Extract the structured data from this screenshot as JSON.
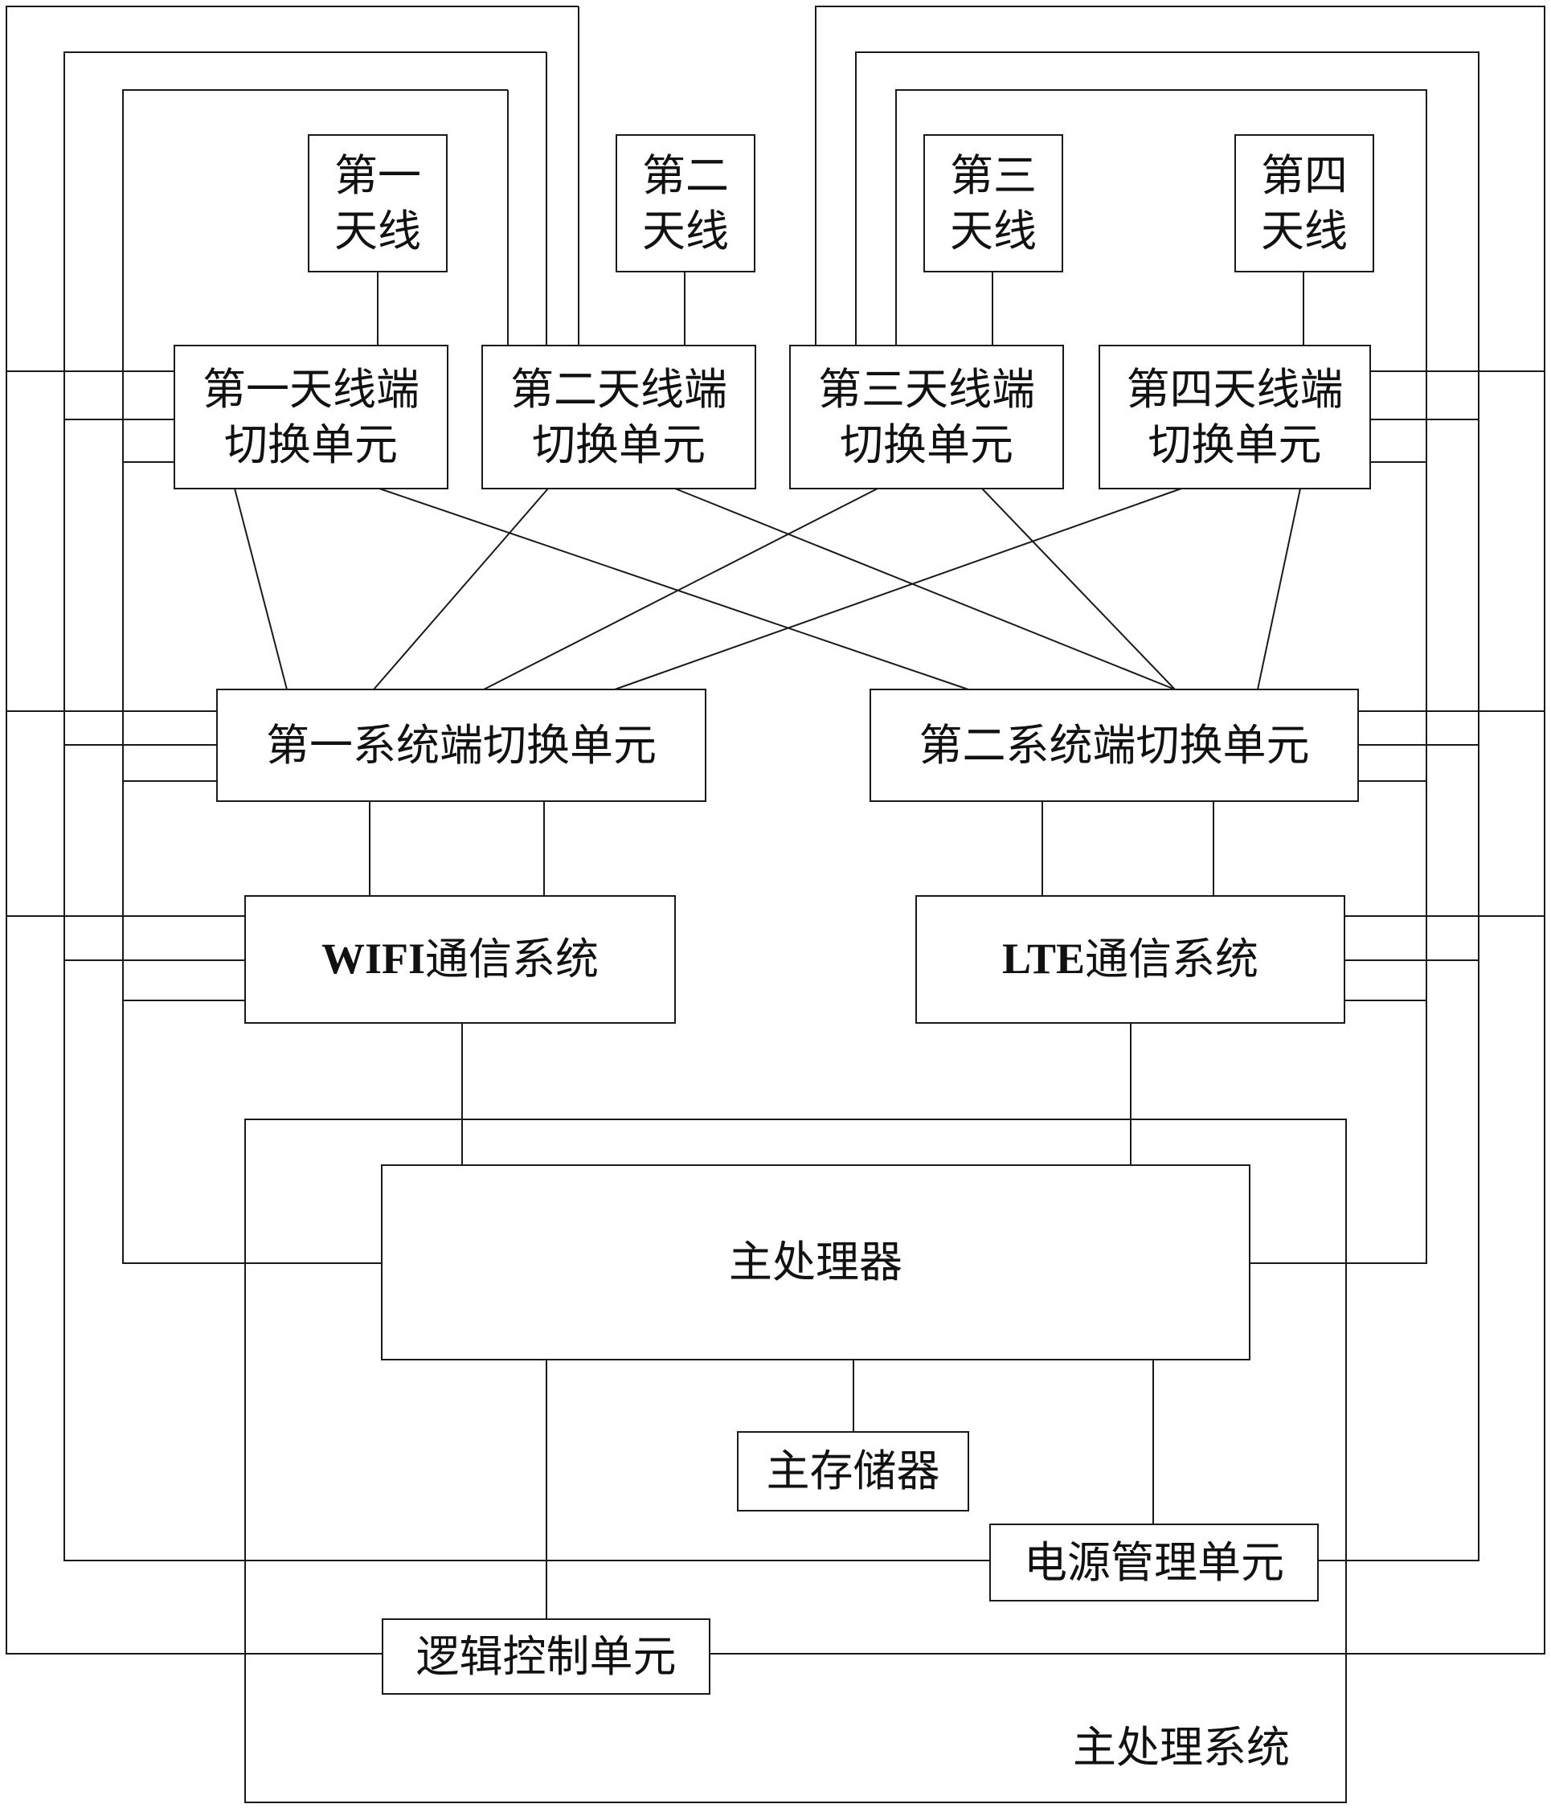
{
  "antennas": [
    {
      "line1": "第一",
      "line2": "天线"
    },
    {
      "line1": "第二",
      "line2": "天线"
    },
    {
      "line1": "第三",
      "line2": "天线"
    },
    {
      "line1": "第四",
      "line2": "天线"
    }
  ],
  "antenna_switches": [
    {
      "line1": "第一天线端",
      "line2": "切换单元"
    },
    {
      "line1": "第二天线端",
      "line2": "切换单元"
    },
    {
      "line1": "第三天线端",
      "line2": "切换单元"
    },
    {
      "line1": "第四天线端",
      "line2": "切换单元"
    }
  ],
  "system_switches": [
    {
      "label": "第一系统端切换单元"
    },
    {
      "label": "第二系统端切换单元"
    }
  ],
  "comm_systems": [
    {
      "latin": "WIFI",
      "label": "通信系统"
    },
    {
      "latin": "LTE",
      "label": "通信系统"
    }
  ],
  "main_system": {
    "label": "主处理系统",
    "processor": "主处理器",
    "memory": "主存储器",
    "power": "电源管理单元",
    "logic": "逻辑控制单元"
  },
  "colors": {
    "line": "#1a1a1a",
    "text": "#111111",
    "background": "#ffffff"
  }
}
